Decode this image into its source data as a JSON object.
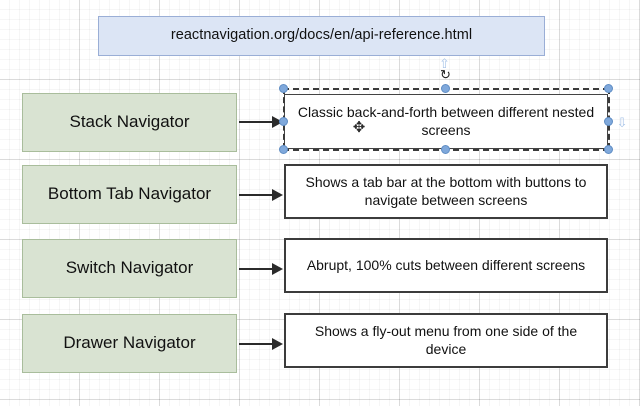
{
  "canvas": {
    "background_color": "#ffffff",
    "grid_color": "#e0e0e0"
  },
  "url_node": {
    "label": "reactnavigation.org/docs/en/api-reference.html",
    "fill": "#dce5f5",
    "border": "#9aaed6"
  },
  "rows": [
    {
      "navigator": "Stack Navigator",
      "description": "Classic back-and-forth between different nested screens",
      "selected": true
    },
    {
      "navigator": "Bottom Tab Navigator",
      "description": "Shows a tab bar at the bottom with buttons to navigate between screens",
      "selected": false
    },
    {
      "navigator": "Switch Navigator",
      "description": "Abrupt, 100% cuts between different screens",
      "selected": false
    },
    {
      "navigator": "Drawer Navigator",
      "description": "Shows a fly-out menu from one side of the device",
      "selected": false
    }
  ],
  "style": {
    "green_fill": "#d9e3d2",
    "green_border": "#a9bd9c",
    "white_fill": "#ffffff",
    "white_border": "#3c3c3c",
    "handle_color": "#7fa8db",
    "connector_arrow_color": "#a8c4e8"
  },
  "icons": {
    "rotate": "↻",
    "move": "✥",
    "connector_up": "⇧",
    "connector_right": "⇨"
  }
}
